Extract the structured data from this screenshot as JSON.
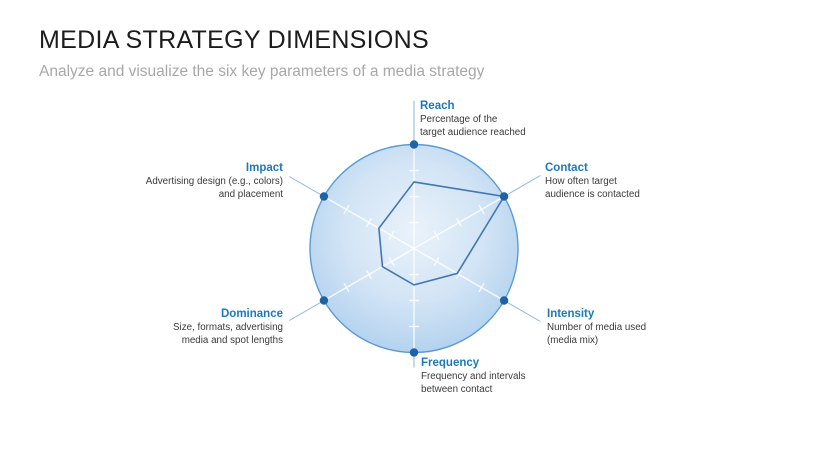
{
  "header": {
    "title": "MEDIA STRATEGY DIMENSIONS",
    "subtitle": "Analyze and visualize the six key parameters of a media strategy"
  },
  "chart_data": {
    "type": "radar",
    "title": "Media strategy dimensions radar",
    "categories": [
      "Reach",
      "Contact",
      "Intensity",
      "Frequency",
      "Dominance",
      "Impact"
    ],
    "values": [
      0.64,
      1.0,
      0.48,
      0.35,
      0.35,
      0.39
    ],
    "value_scale": "fraction of full radius (0 to 1)",
    "grid_ticks": [
      0.25,
      0.5,
      0.75
    ],
    "axis_count": 6,
    "legend": "none",
    "axes": [
      {
        "label": "Reach",
        "description": "Percentage of the\ntarget audience reached",
        "value": 0.64,
        "position": "top"
      },
      {
        "label": "Contact",
        "description": "How often target\naudience is contacted",
        "value": 1.0,
        "position": "upper-right"
      },
      {
        "label": "Intensity",
        "description": "Number of media used\n(media mix)",
        "value": 0.48,
        "position": "lower-right"
      },
      {
        "label": "Frequency",
        "description": "Frequency and intervals\nbetween contact",
        "value": 0.35,
        "position": "bottom"
      },
      {
        "label": "Dominance",
        "description": "Size, formats, advertising\nmedia and spot lengths",
        "value": 0.35,
        "position": "lower-left"
      },
      {
        "label": "Impact",
        "description": "Advertising design (e.g., colors)\nand placement",
        "value": 0.39,
        "position": "upper-left"
      }
    ],
    "colors": {
      "title_text": "#1c1c1c",
      "subtitle_text": "#a8a8a8",
      "axis_heading": "#1e78bc",
      "description_text": "#3a3a3a",
      "circle_fill_center": "#eaf2fa",
      "circle_fill_mid": "#d2e4f5",
      "circle_fill_edge": "#a7cbec",
      "circle_border": "#5b9bd5",
      "grid_lines": "#ffffff",
      "series_stroke": "#4177b2",
      "connector_line": "#8ab6de",
      "endpoint_dot": "#1e63a8"
    }
  }
}
